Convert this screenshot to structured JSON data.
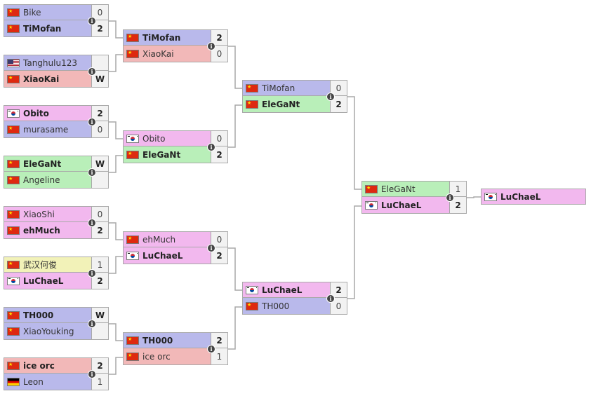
{
  "colors": {
    "purple": "#b9b9eb",
    "pink": "#f2b8ee",
    "green": "#b9efb9",
    "salmon": "#f2b8b8",
    "yellow": "#f2f2b8",
    "none": "#ffffff",
    "line": "#a9a9a9"
  },
  "info_icon": "i",
  "matches": [
    {
      "id": "r1m1",
      "round": 1,
      "slots": [
        {
          "name": "Bike",
          "flag": "cn",
          "color": "purple",
          "score": "0",
          "win": false
        },
        {
          "name": "TiMofan",
          "flag": "cn",
          "color": "purple",
          "score": "2",
          "win": true
        }
      ]
    },
    {
      "id": "r1m2",
      "round": 1,
      "slots": [
        {
          "name": "Tanghulu123",
          "flag": "us",
          "color": "purple",
          "score": "",
          "win": false
        },
        {
          "name": "XiaoKai",
          "flag": "cn",
          "color": "salmon",
          "score": "W",
          "win": true
        }
      ]
    },
    {
      "id": "r1m3",
      "round": 1,
      "slots": [
        {
          "name": "Obito",
          "flag": "kr",
          "color": "pink",
          "score": "2",
          "win": true
        },
        {
          "name": "murasame",
          "flag": "cn",
          "color": "purple",
          "score": "0",
          "win": false
        }
      ]
    },
    {
      "id": "r1m4",
      "round": 1,
      "slots": [
        {
          "name": "EleGaNt",
          "flag": "cn",
          "color": "green",
          "score": "W",
          "win": true
        },
        {
          "name": "Angeline",
          "flag": "cn",
          "color": "green",
          "score": "",
          "win": false
        }
      ]
    },
    {
      "id": "r1m5",
      "round": 1,
      "slots": [
        {
          "name": "XiaoShi",
          "flag": "cn",
          "color": "pink",
          "score": "0",
          "win": false
        },
        {
          "name": "ehMuch",
          "flag": "cn",
          "color": "pink",
          "score": "2",
          "win": true
        }
      ]
    },
    {
      "id": "r1m6",
      "round": 1,
      "slots": [
        {
          "name": "武汉何俊",
          "flag": "cn",
          "color": "yellow",
          "score": "1",
          "win": false
        },
        {
          "name": "LuChaeL",
          "flag": "kr",
          "color": "pink",
          "score": "2",
          "win": true
        }
      ]
    },
    {
      "id": "r1m7",
      "round": 1,
      "slots": [
        {
          "name": "TH000",
          "flag": "cn",
          "color": "purple",
          "score": "W",
          "win": true
        },
        {
          "name": "XiaoYouking",
          "flag": "cn",
          "color": "purple",
          "score": "",
          "win": false
        }
      ]
    },
    {
      "id": "r1m8",
      "round": 1,
      "slots": [
        {
          "name": "ice orc",
          "flag": "cn",
          "color": "salmon",
          "score": "2",
          "win": true
        },
        {
          "name": "Leon",
          "flag": "de",
          "color": "purple",
          "score": "1",
          "win": false
        }
      ]
    },
    {
      "id": "r2m1",
      "round": 2,
      "slots": [
        {
          "name": "TiMofan",
          "flag": "cn",
          "color": "purple",
          "score": "2",
          "win": true
        },
        {
          "name": "XiaoKai",
          "flag": "cn",
          "color": "salmon",
          "score": "0",
          "win": false
        }
      ]
    },
    {
      "id": "r2m2",
      "round": 2,
      "slots": [
        {
          "name": "Obito",
          "flag": "kr",
          "color": "pink",
          "score": "0",
          "win": false
        },
        {
          "name": "EleGaNt",
          "flag": "cn",
          "color": "green",
          "score": "2",
          "win": true
        }
      ]
    },
    {
      "id": "r2m3",
      "round": 2,
      "slots": [
        {
          "name": "ehMuch",
          "flag": "cn",
          "color": "pink",
          "score": "0",
          "win": false
        },
        {
          "name": "LuChaeL",
          "flag": "kr",
          "color": "pink",
          "score": "2",
          "win": true
        }
      ]
    },
    {
      "id": "r2m4",
      "round": 2,
      "slots": [
        {
          "name": "TH000",
          "flag": "cn",
          "color": "purple",
          "score": "2",
          "win": true
        },
        {
          "name": "ice orc",
          "flag": "cn",
          "color": "salmon",
          "score": "1",
          "win": false
        }
      ]
    },
    {
      "id": "r3m1",
      "round": 3,
      "slots": [
        {
          "name": "TiMofan",
          "flag": "cn",
          "color": "purple",
          "score": "0",
          "win": false
        },
        {
          "name": "EleGaNt",
          "flag": "cn",
          "color": "green",
          "score": "2",
          "win": true
        }
      ]
    },
    {
      "id": "r3m2",
      "round": 3,
      "slots": [
        {
          "name": "LuChaeL",
          "flag": "kr",
          "color": "pink",
          "score": "2",
          "win": true
        },
        {
          "name": "TH000",
          "flag": "cn",
          "color": "purple",
          "score": "0",
          "win": false
        }
      ]
    },
    {
      "id": "r4m1",
      "round": 4,
      "slots": [
        {
          "name": "EleGaNt",
          "flag": "cn",
          "color": "green",
          "score": "1",
          "win": false
        },
        {
          "name": "LuChaeL",
          "flag": "kr",
          "color": "pink",
          "score": "2",
          "win": true
        }
      ]
    }
  ],
  "champion": {
    "name": "LuChaeL",
    "flag": "kr",
    "color": "pink"
  }
}
